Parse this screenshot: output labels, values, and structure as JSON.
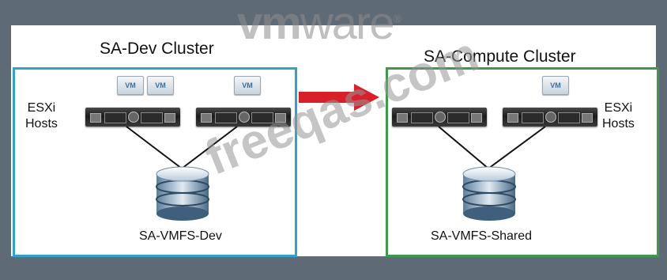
{
  "brand": {
    "bold": "vm",
    "light": "ware",
    "registered": "®"
  },
  "watermark": "freeqas.com",
  "clusters": [
    {
      "title": "SA-Dev Cluster",
      "hosts_label": "ESXi\nHosts",
      "datastore": "SA-VMFS-Dev",
      "border_color": "#2fa3c8"
    },
    {
      "title": "SA-Compute Cluster",
      "hosts_label": "ESXi\nHosts",
      "datastore": "SA-VMFS-Shared",
      "border_color": "#3c9a4a"
    }
  ],
  "vm_label": "VM",
  "arrow_color": "#d8202a"
}
